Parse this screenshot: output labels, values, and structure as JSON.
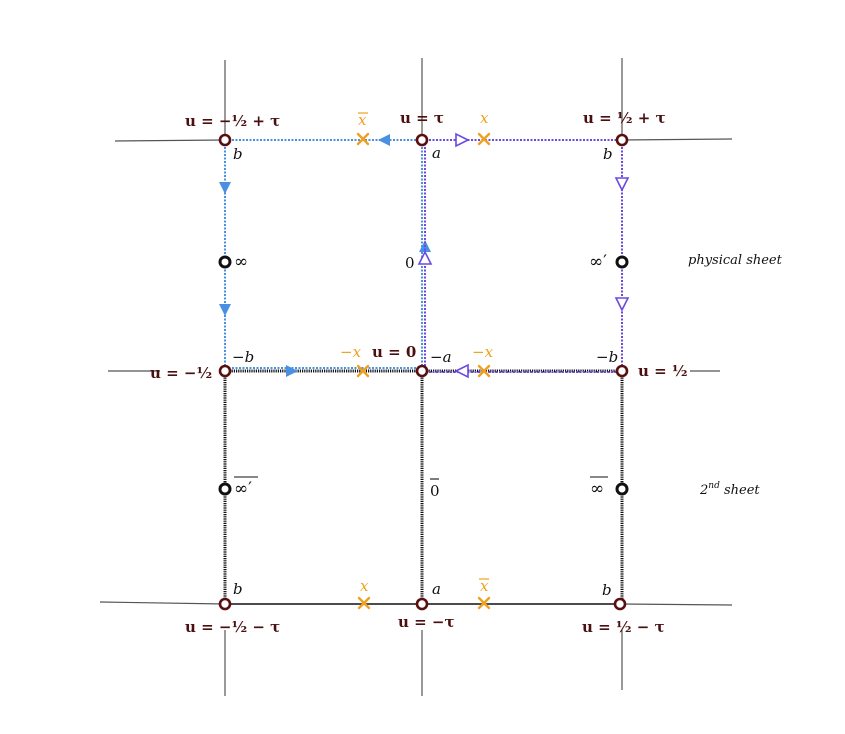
{
  "colors": {
    "point_ring": "#5a0f0f",
    "u_label": "#4a0f0f",
    "x_marker": "#f0a020",
    "infinity_ring": "#111111",
    "blue_path": "#4a90e2",
    "purple_path": "#6a4ae0",
    "black_path": "#111111",
    "ext_line": "#555555"
  },
  "u_labels": {
    "top_left": "u = −½ + τ",
    "top_mid": "u = τ",
    "top_right": "u = ½ + τ",
    "mid_left": "u = −½",
    "mid_mid": "u = 0",
    "mid_right": "u = ½",
    "bot_left": "u = −½ − τ",
    "bot_mid": "u = −τ",
    "bot_right": "u = ½ − τ"
  },
  "point_labels": {
    "top_left": "b",
    "top_mid": "a",
    "top_right": "b",
    "mid_left": "−b",
    "mid_mid": "−a",
    "mid_right": "−b",
    "bot_left": "b",
    "bot_mid": "a",
    "bot_right": "b"
  },
  "edge_labels": {
    "left_upper": "∞",
    "mid_upper": "0",
    "right_upper": "∞′",
    "left_lower": "∞′",
    "mid_lower": "0",
    "right_lower": "∞"
  },
  "x_labels": {
    "top_left": "x",
    "top_right": "x",
    "mid_left": "−x",
    "mid_right": "−x",
    "bot_left": "x",
    "bot_right": "x"
  },
  "sheets": {
    "physical": "physical sheet",
    "second_prefix": "2",
    "second_sup": "nd",
    "second_suffix": "sheet"
  }
}
